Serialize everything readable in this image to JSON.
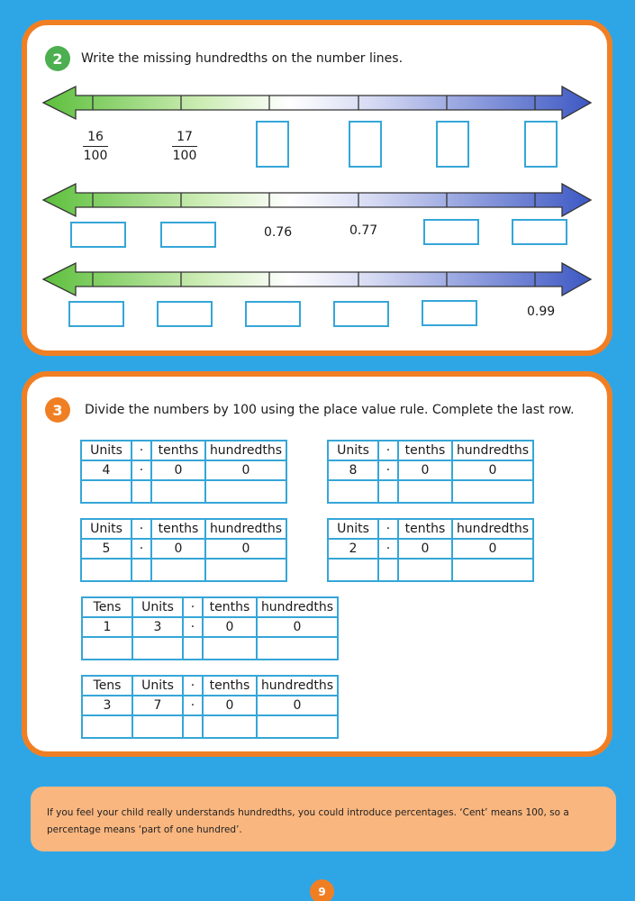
{
  "q2": {
    "number": "2",
    "instruction": "Write the missing hundredths on the number lines.",
    "line1_given": [
      {
        "num": "16",
        "den": "100"
      },
      {
        "num": "17",
        "den": "100"
      }
    ],
    "line2_given": [
      "0.76",
      "0.77"
    ],
    "line3_given": [
      "0.99"
    ]
  },
  "q3": {
    "number": "3",
    "instruction": "Divide the numbers by 100 using the place value rule. Complete the last row.",
    "headers_u": [
      "Units",
      "·",
      "tenths",
      "hundredths"
    ],
    "headers_t": [
      "Tens",
      "Units",
      "·",
      "tenths",
      "hundredths"
    ],
    "tables": [
      {
        "values": [
          "4",
          "·",
          "0",
          "0"
        ]
      },
      {
        "values": [
          "8",
          "·",
          "0",
          "0"
        ]
      },
      {
        "values": [
          "5",
          "·",
          "0",
          "0"
        ]
      },
      {
        "values": [
          "2",
          "·",
          "0",
          "0"
        ]
      },
      {
        "values": [
          "1",
          "3",
          "·",
          "0",
          "0"
        ]
      },
      {
        "values": [
          "3",
          "7",
          "·",
          "0",
          "0"
        ]
      }
    ]
  },
  "note": "If you feel your child really understands hundredths, you could introduce percentages. ‘Cent’ means 100, so a percentage means ‘part of one hundred’.",
  "page_number": "9",
  "colors": {
    "page_bg": "#2ea6e6",
    "panel_border": "#f07f24",
    "q2_badge": "#4caf50",
    "q3_badge": "#f07f24",
    "box_border": "#35a6d8",
    "note_bg": "#f9b67f",
    "arrow_left": "#6cc24a",
    "arrow_right": "#4a63c8"
  }
}
